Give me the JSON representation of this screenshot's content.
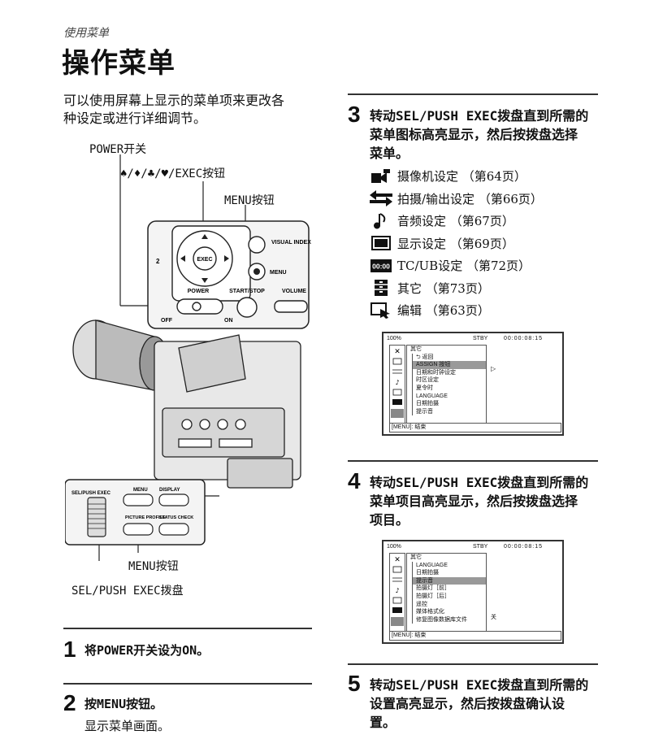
{
  "header": {
    "section": "使用菜单",
    "title": "操作菜单"
  },
  "intro": {
    "line1": "可以使用屏幕上显示的菜单项来更改各",
    "line2": "种设定或进行详细调节。"
  },
  "diagram": {
    "label_power": "POWER开关",
    "label_arrows": "♠/♦/♣/♥/EXEC按钮",
    "label_menu_top": "MENU按钮",
    "label_menu_bottom": "MENU按钮",
    "label_dial": "SEL/PUSH EXEC拨盘",
    "panel_texts": {
      "exec": "EXEC",
      "visual_index": "VISUAL INDEX",
      "menu": "MENU",
      "power": "POWER",
      "start_stop": "START/STOP",
      "volume": "VOLUME",
      "off": "OFF",
      "on": "ON",
      "num2": "2",
      "sel_push_exec": "SEL/PUSH EXEC",
      "menu_small": "MENU",
      "display": "DISPLAY",
      "picture_profile": "PICTURE PROFILE",
      "status_check": "STATUS CHECK"
    }
  },
  "steps": {
    "s1": {
      "num": "1",
      "text": "将POWER开关设为ON。"
    },
    "s2": {
      "num": "2",
      "text": "按MENU按钮。",
      "sub": "显示菜单画面。"
    },
    "s3": {
      "num": "3",
      "line1": "转动SEL/PUSH EXEC拨盘直到所需的",
      "line2": "菜单图标高亮显示，然后按拨盘选择",
      "line3": "菜单。"
    },
    "s4": {
      "num": "4",
      "line1": "转动SEL/PUSH EXEC拨盘直到所需的",
      "line2": "菜单项目高亮显示，然后按拨盘选择",
      "line3": "项目。"
    },
    "s5": {
      "num": "5",
      "line1": "转动SEL/PUSH EXEC拨盘直到所需的",
      "line2": "设置高亮显示，然后按拨盘确认设",
      "line3": "置。"
    }
  },
  "menus": [
    {
      "icon": "camera-settings-icon",
      "label": "摄像机设定 （第64页）"
    },
    {
      "icon": "in-out-icon",
      "label": "拍摄/输出设定 （第66页）"
    },
    {
      "icon": "audio-note-icon",
      "label": "音频设定 （第67页）"
    },
    {
      "icon": "display-icon",
      "label": "显示设定 （第69页）"
    },
    {
      "icon": "tc-ub-icon",
      "label": "TC/UB设定 （第72页）",
      "icon_text": "00:00"
    },
    {
      "icon": "other-icon",
      "label": "其它 （第73页）"
    },
    {
      "icon": "edit-icon",
      "label": "编辑 （第63页）"
    }
  ],
  "lcd1": {
    "battery": "100%",
    "status": "STBY",
    "timecode": "00:00:08:15",
    "menu_title": "其它",
    "items": [
      "⮌ 返回",
      "ASSIGN 按钮",
      "日期和时钟设定",
      "时区设定",
      "夏令时",
      "LANGUAGE",
      "日期拍摄",
      "提示音"
    ],
    "selected_index": 1,
    "arrow": "▷",
    "footer": "[MENU]: 结束"
  },
  "lcd2": {
    "battery": "100%",
    "status": "STBY",
    "timecode": "00:00:08:15",
    "menu_title": "其它",
    "items": [
      "LANGUAGE",
      "日期拍摄",
      "提示音",
      "拍摄灯［前］",
      "拍摄灯［后］",
      "遥控",
      "媒体格式化",
      "修复图像数据库文件"
    ],
    "selected_index": 2,
    "value_label": "关",
    "footer": "[MENU]: 结束"
  }
}
